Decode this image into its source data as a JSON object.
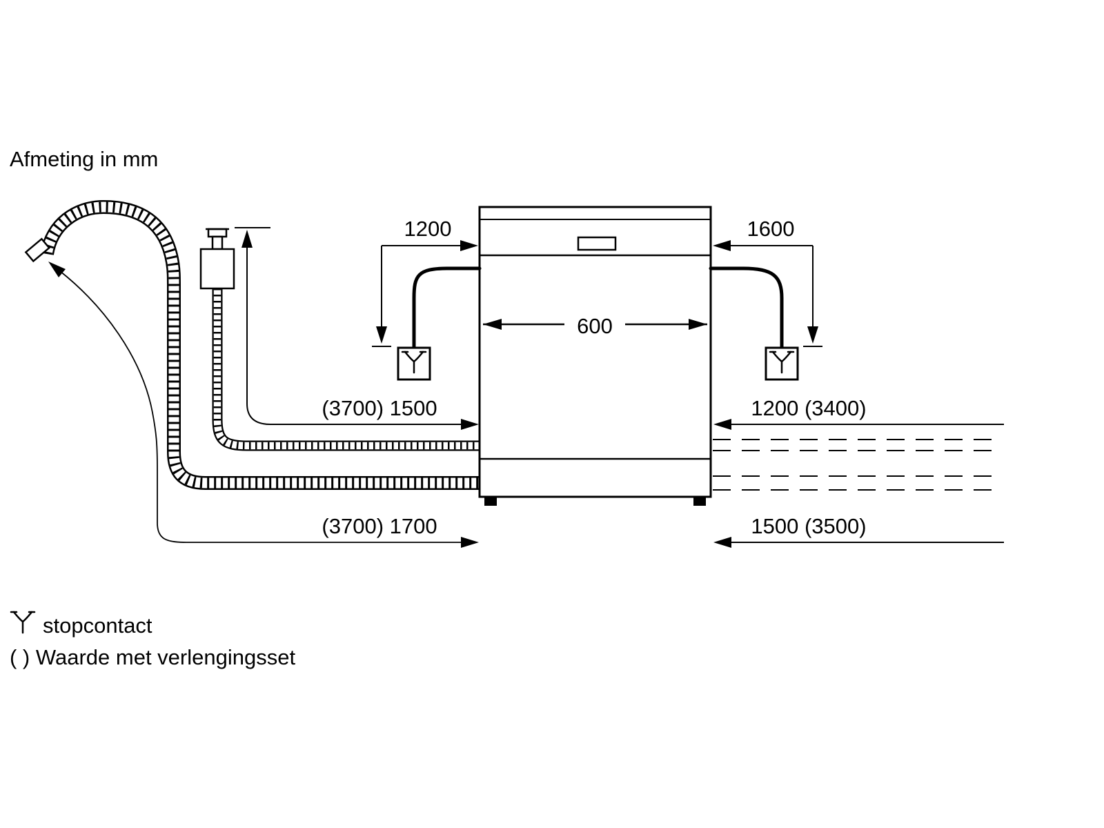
{
  "title": "Afmeting in mm",
  "machine": {
    "width_label": "600"
  },
  "dimensions": {
    "power_cord_left": "1200",
    "power_cord_right": "1600",
    "supply_hose_left": "(3700) 1500",
    "drain_hose_left": "(3700) 1700",
    "supply_hose_right": "1200 (3400)",
    "drain_hose_right": "1500 (3500)"
  },
  "legend": {
    "socket_label": "stopcontact",
    "extension_note": "( ) Waarde met verlengingsset"
  },
  "colors": {
    "line": "#000000",
    "background": "#ffffff"
  }
}
